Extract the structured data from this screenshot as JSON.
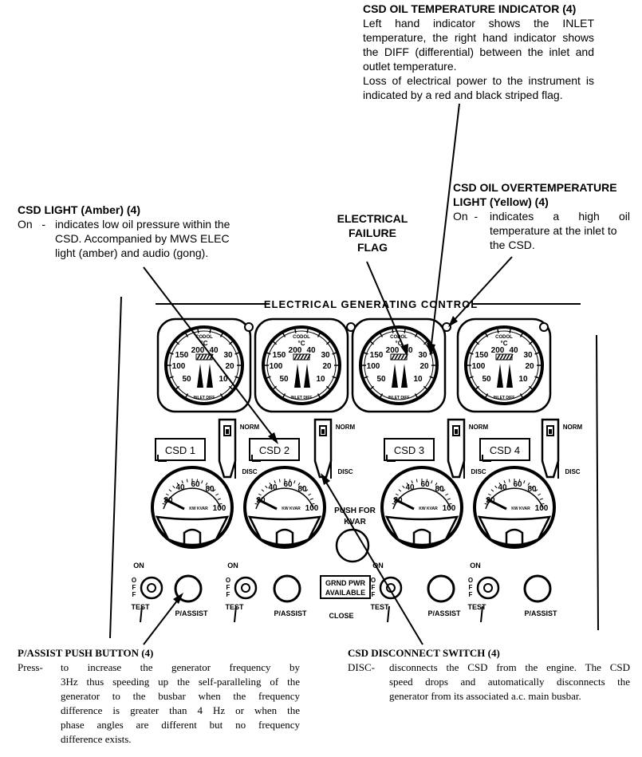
{
  "annotations": {
    "oil_temp_indicator": {
      "title": "CSD OIL TEMPERATURE INDICATOR (4)",
      "lines": [
        "Left hand indicator shows the INLET",
        "temperature, the right hand indicator shows",
        "the DIFF (differential) between the inlet and",
        "outlet temperature.",
        "Loss of electrical power to the instrument is",
        "indicated by a red and black striped flag."
      ]
    },
    "oil_overtemp_light": {
      "title_1": "CSD OIL OVERTEMPERATURE",
      "title_2": "LIGHT (Yellow) (4)",
      "key": "On  -",
      "lines": [
        "indicates a high oil",
        "temperature at the inlet to",
        "the CSD."
      ]
    },
    "csd_light": {
      "title": "CSD LIGHT (Amber) (4)",
      "key": "On   -",
      "lines": [
        "indicates low oil pressure within the",
        "CSD.  Accompanied by MWS ELEC",
        "light (amber) and audio (gong)."
      ]
    },
    "elec_failure_flag": {
      "lines": [
        "ELECTRICAL",
        "FAILURE",
        "FLAG"
      ]
    },
    "passist_button": {
      "title": "P/ASSIST PUSH BUTTON (4)",
      "key": "Press-",
      "lines": [
        "to increase the generator frequency by",
        "3Hz thus speeding up the self-paralleling of the",
        "generator to the busbar when the frequency",
        "difference is greater than 4 Hz or when the",
        "phase angles are different but no frequency",
        "difference exists."
      ]
    },
    "disconnect_switch": {
      "title": "CSD DISCONNECT SWITCH (4)",
      "key": "DISC-",
      "lines": [
        "disconnects the CSD from the engine.  The CSD",
        "speed drops and automatically disconnects the",
        "generator from its associated a.c. main busbar."
      ]
    }
  },
  "panel": {
    "title": "ELECTRICAL GENERATING CONTROL",
    "csd_labels": [
      "CSD 1",
      "CSD 2",
      "CSD 3",
      "CSD 4"
    ],
    "switch_norm": "NORM",
    "switch_disc": "DISC",
    "temp_gauge": {
      "unit": "°C",
      "brand": "CODOL",
      "scale_left": [
        "200",
        "150",
        "100",
        "50"
      ],
      "scale_right": [
        "40",
        "30",
        "20",
        "10"
      ],
      "footer": "INLET DIFF"
    },
    "freq_gauge": {
      "ticks": [
        "20",
        "40",
        "60",
        "80",
        "100"
      ],
      "sublabel": "KW KVAR"
    },
    "push_for_kvar": [
      "PUSH FOR",
      "KVAR"
    ],
    "on_label": "ON",
    "off_label": "OFF",
    "test_label": "TEST",
    "passist_label": "P/ASSIST",
    "grnd_pwr": [
      "GRND PWR",
      "AVAILABLE"
    ],
    "close_label": "CLOSE"
  }
}
